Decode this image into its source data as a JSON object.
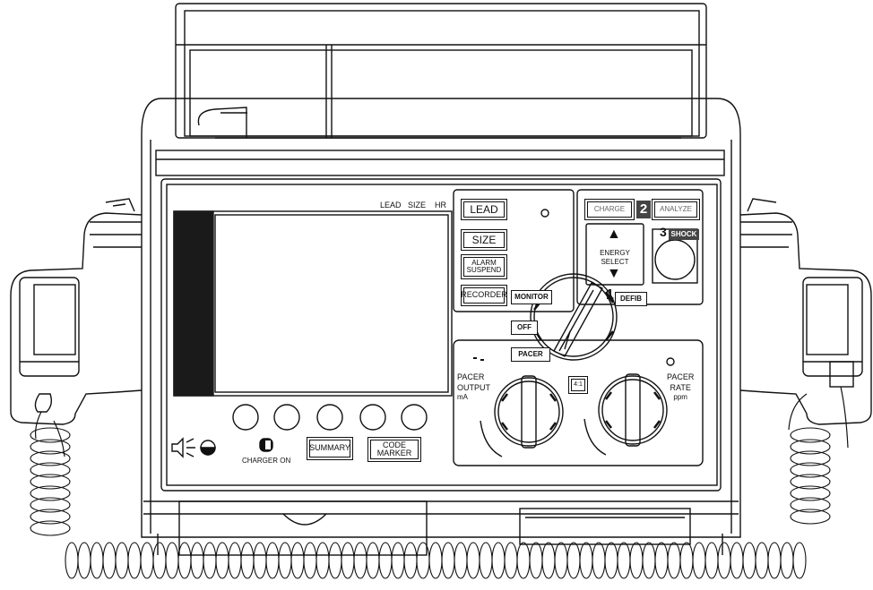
{
  "screen": {
    "header_lead": "LEAD",
    "header_size": "SIZE",
    "header_hr": "HR"
  },
  "side_buttons": {
    "lead": "LEAD",
    "size": "SIZE",
    "alarm_suspend": [
      "ALARM",
      "SUSPEND"
    ],
    "recorder": "RECORDER"
  },
  "defib": {
    "charge": "CHARGE",
    "step_2": "2",
    "analyze": "ANALYZE",
    "step_3": "3",
    "shock": "SHOCK",
    "energy_select": [
      "ENERGY",
      "SELECT"
    ],
    "step_1": "1",
    "defib_label": "DEFIB"
  },
  "mode_dial": {
    "monitor": "MONITOR",
    "off": "OFF",
    "pacer": "PACER"
  },
  "pacer": {
    "output_label": [
      "PACER",
      "OUTPUT",
      "mA"
    ],
    "rate_label": [
      "PACER",
      "RATE",
      "ppm"
    ],
    "ratio_button": "4:1"
  },
  "bottom": {
    "charger_on": "CHARGER ON",
    "summary": "SUMMARY",
    "code_marker": [
      "CODE",
      "MARKER"
    ]
  }
}
